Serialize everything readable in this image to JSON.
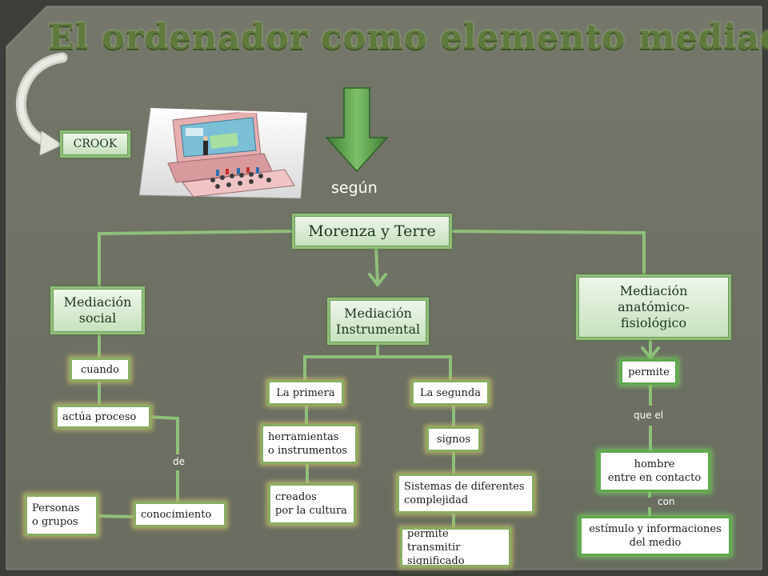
{
  "title": "El ordenador como elemento mediador",
  "crook": "CROOK",
  "segun": "según",
  "root": "Morenza y Terre",
  "branches": {
    "social": "Mediación\nsocial",
    "instrumental": "Mediación\nInstrumental",
    "anatomico": "Mediación\nanatómico-\nfisiológico"
  },
  "social_nodes": {
    "cuando": "cuando",
    "actua": "actúa proceso",
    "de": "de",
    "conocimiento": "conocimiento",
    "personas": "Personas\n o grupos"
  },
  "instrumental_nodes": {
    "primera": "La primera",
    "segunda": "La segunda",
    "herramientas": "herramientas\no instrumentos",
    "creados": "creados\npor la cultura",
    "signos": "signos",
    "sistemas": "Sistemas de diferentes\ncomplejidad",
    "permite_transmitir": "permite transmitir\nsignificado"
  },
  "anatomico_nodes": {
    "permite": "permite",
    "que_el": "que el",
    "hombre": "hombre\nentre en contacto",
    "con": "con",
    "estimulo": "estímulo y informaciones\ndel medio"
  },
  "colors": {
    "background": "#6f7264",
    "connector": "#8fc07a",
    "title": "#5f7a3d",
    "arrow": "#5e9c4a"
  },
  "icons": [
    "curved-arrow-icon",
    "down-arrow-icon",
    "computer-illustration-icon"
  ]
}
